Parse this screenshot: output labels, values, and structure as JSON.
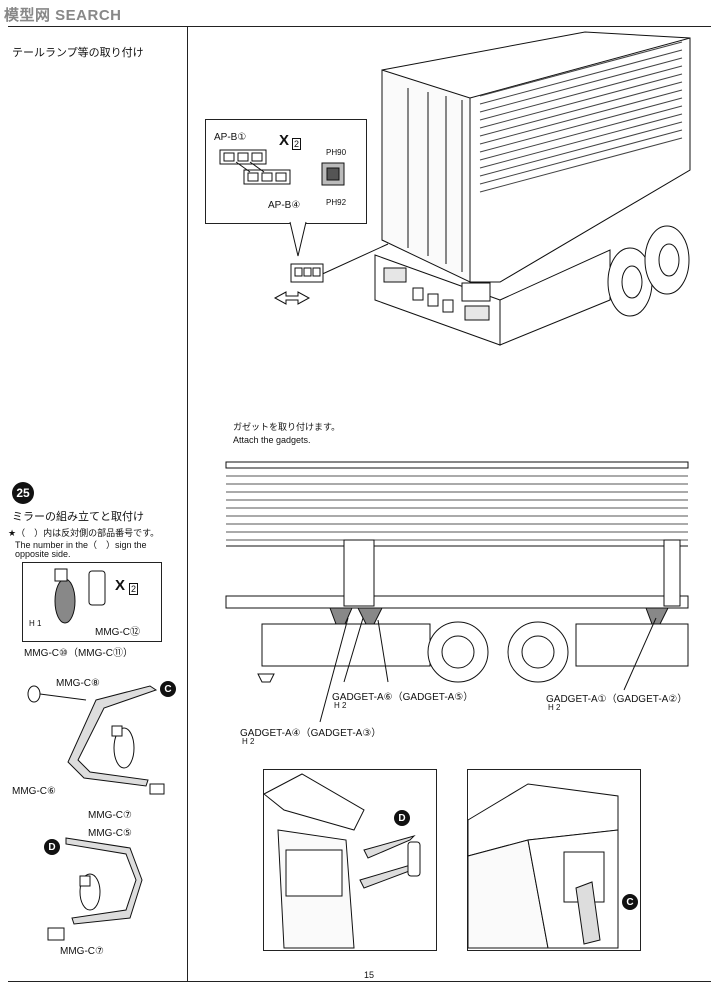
{
  "watermark": "模型网 SEARCH",
  "page_number": "15",
  "step_left": {
    "title": "テールランプ等の取り付け"
  },
  "detail_tail": {
    "part_apb1": "AP-B①",
    "part_apb4": "AP-B④",
    "x_mark": "X",
    "x_count": "2",
    "paint_code_1": "H90",
    "paint_code_2": "H92"
  },
  "gadgets": {
    "note_jp": "ガゼットを取り付けます。",
    "note_en": "Attach the gadgets.",
    "label_a6": "GADGET-A⑥（GADGET-A⑤）",
    "label_a6_paint": "H 2",
    "label_a1": "GADGET-A①（GADGET-A②）",
    "label_a1_paint": "H 2",
    "label_a4": "GADGET-A④（GADGET-A③）",
    "label_a4_paint": "H 2"
  },
  "step25": {
    "number": "25",
    "title": "ミラーの組み立てと取付け",
    "note_jp": "★（　）内は反対側の部品番号です。",
    "note_en_1": "The number in the（　）sign the",
    "note_en_2": "opposite side.",
    "x_mark": "X",
    "x_count": "2",
    "paint_h1": "H 1",
    "part_c12": "MMG-C⑫",
    "part_c10": "MMG-C⑩（MMG-C⑪）",
    "part_c8": "MMG-C⑧",
    "part_c6": "MMG-C⑥",
    "part_c7a": "MMG-C⑦",
    "part_c5": "MMG-C⑤",
    "part_c7b": "MMG-C⑦",
    "ref_c": "C",
    "ref_d": "D"
  }
}
